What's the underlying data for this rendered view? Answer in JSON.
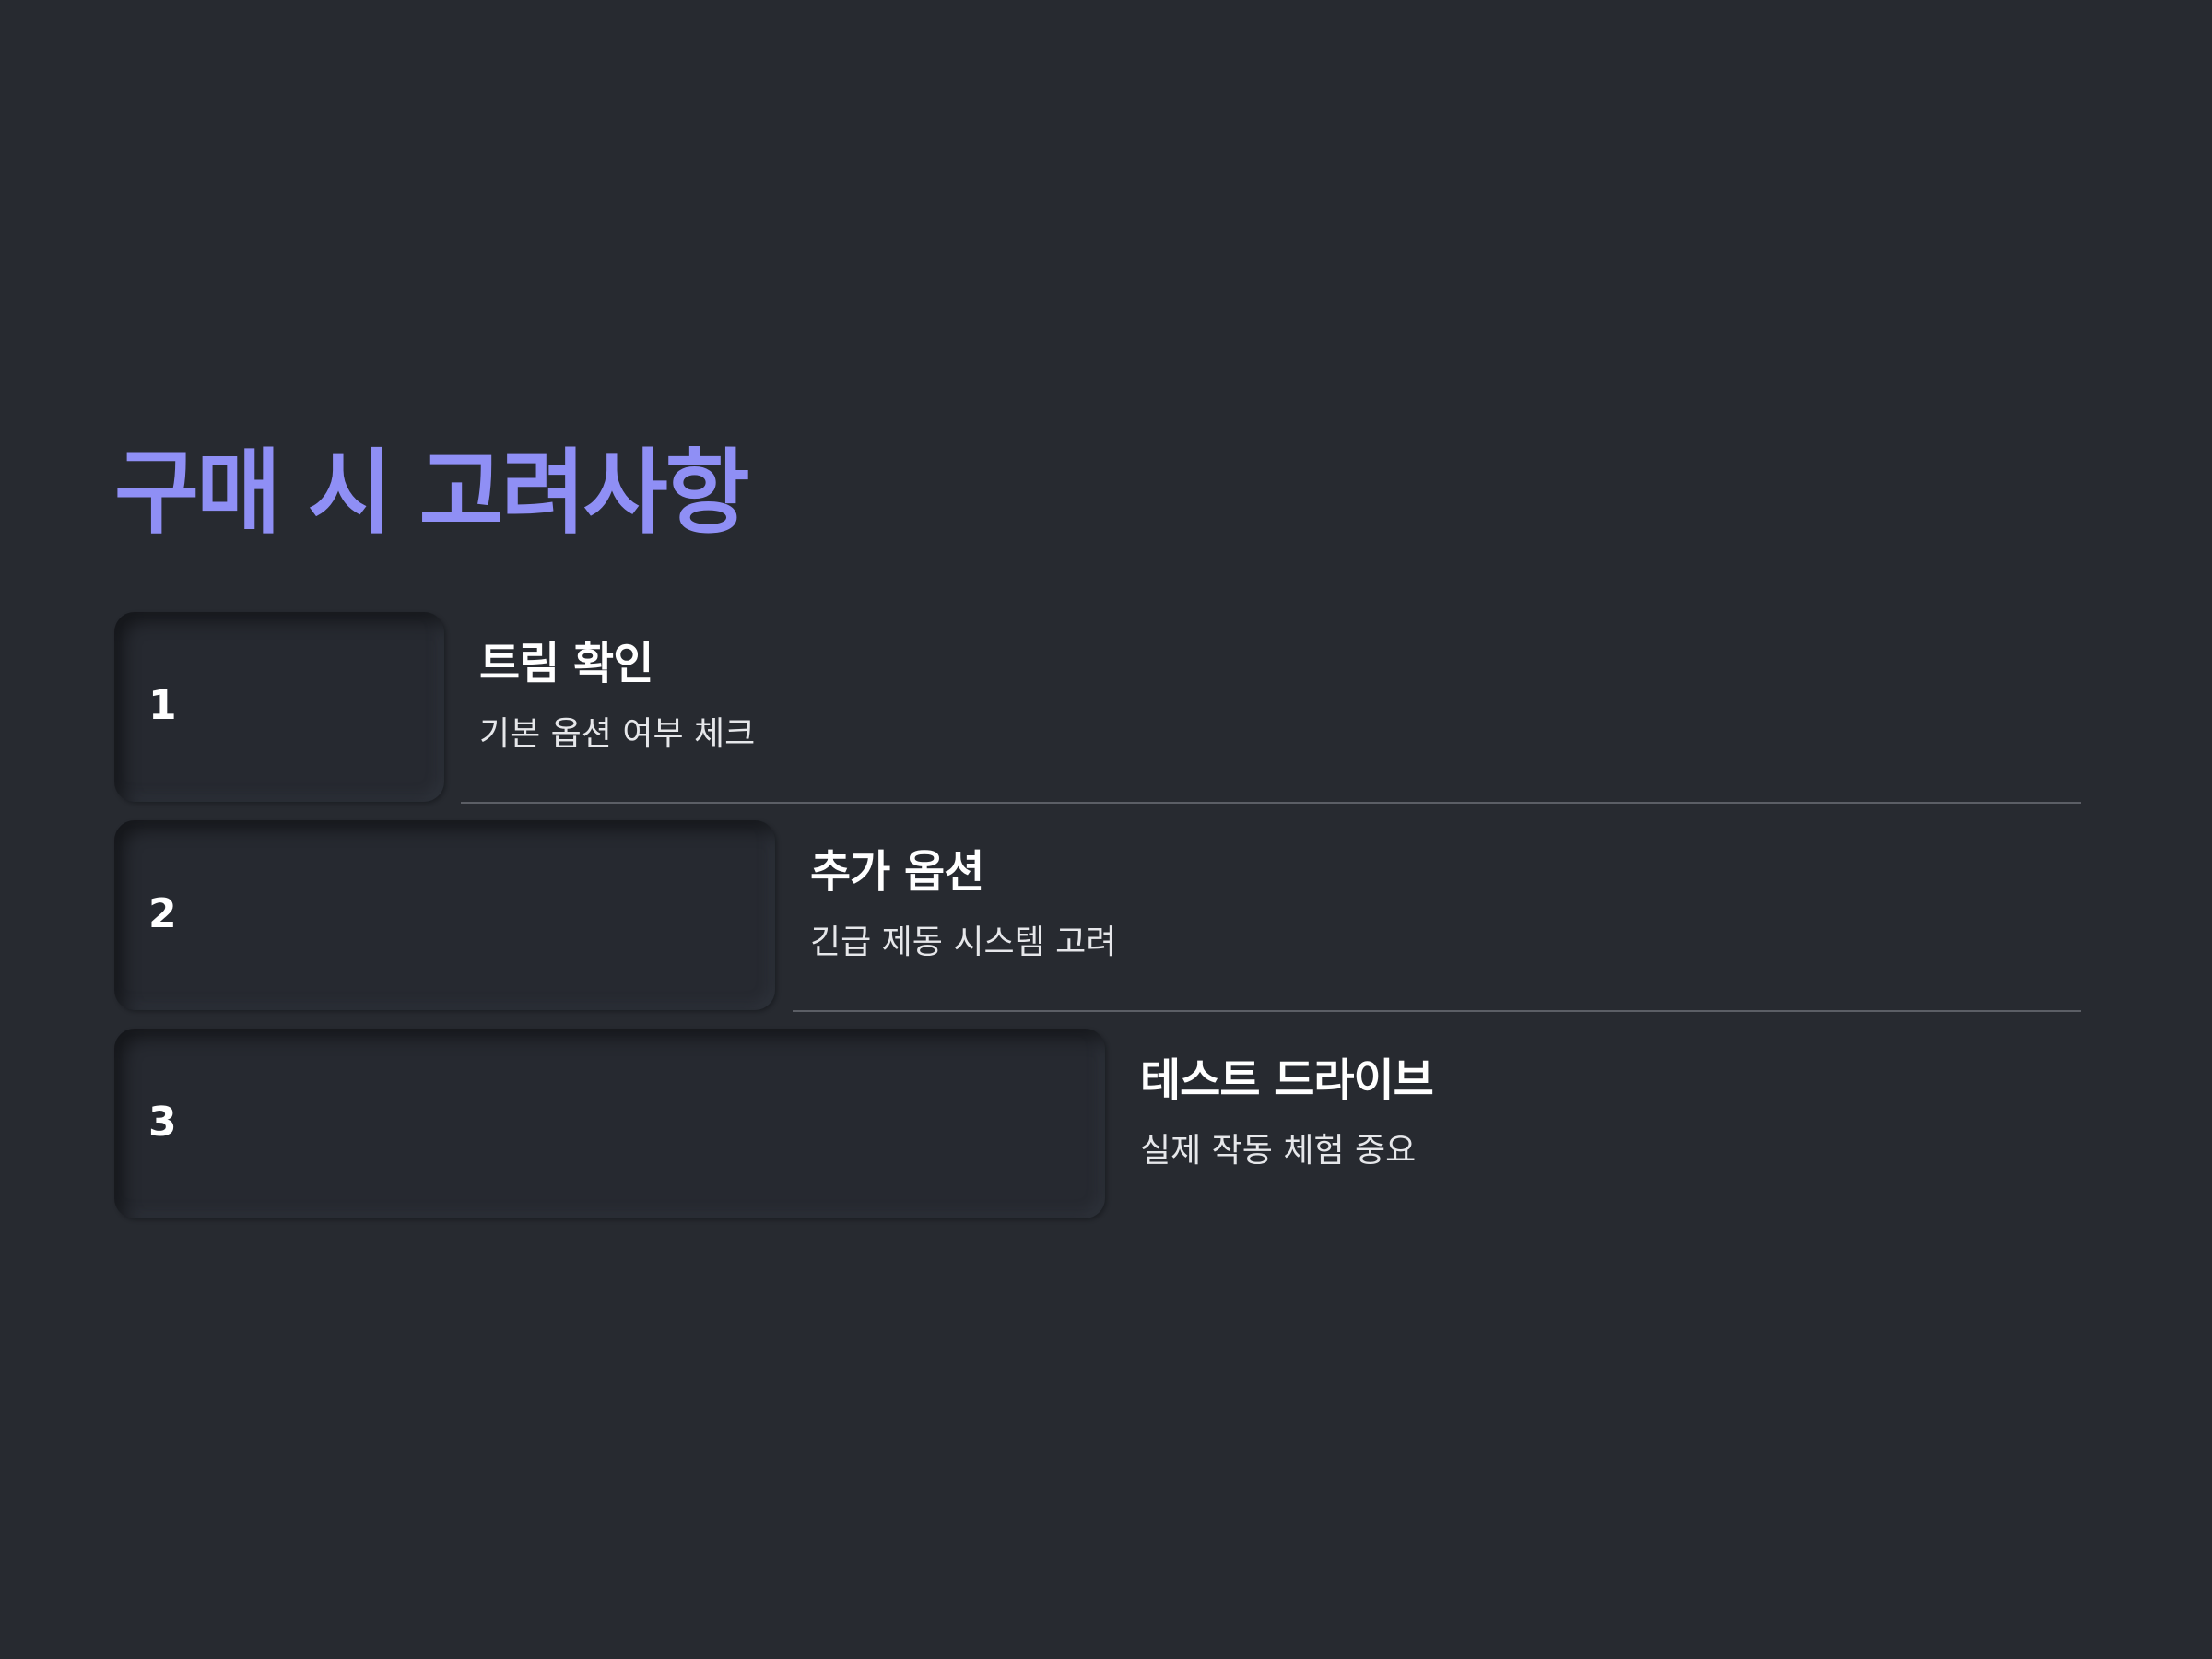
{
  "slide": {
    "title": "구매 시 고려사항",
    "title_color": "#8f8ff5",
    "background_color": "#272a30",
    "steps": [
      {
        "number": "1",
        "heading": "트림 확인",
        "description": "기본 옵션 여부 체크"
      },
      {
        "number": "2",
        "heading": "추가 옵션",
        "description": "긴급 제동 시스템 고려"
      },
      {
        "number": "3",
        "heading": "테스트 드라이브",
        "description": "실제 작동 체험 중요"
      }
    ]
  }
}
